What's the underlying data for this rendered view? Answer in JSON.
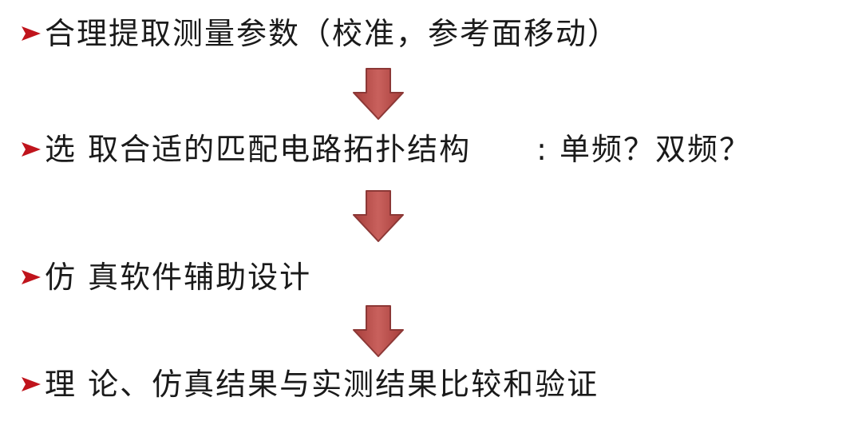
{
  "steps": [
    {
      "text": "合理提取测量参数（校准，参考面移动）",
      "extra": ""
    },
    {
      "text": "选 取合适的匹配电路拓扑结构",
      "extra": ": 单频？双频？"
    },
    {
      "text": "仿 真软件辅助设计",
      "extra": ""
    },
    {
      "text": "理 论、仿真结果与实测结果比较和验证",
      "extra": ""
    }
  ],
  "colors": {
    "bullet": "#c0141c",
    "arrow_fill": "#c0504d",
    "arrow_stroke": "#8c3836",
    "text": "#1a1a1a"
  }
}
